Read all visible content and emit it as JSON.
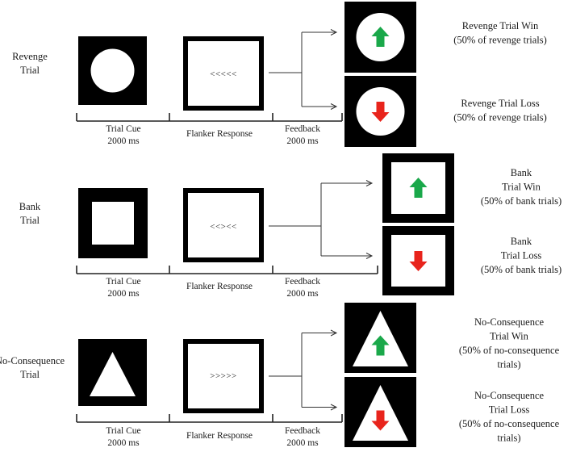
{
  "trials": [
    {
      "label": [
        "Revenge",
        "Trial"
      ],
      "cue_shape": "circle",
      "flanker": "<<<<<",
      "captions": {
        "cue": [
          "Trial Cue",
          "2000 ms"
        ],
        "flanker": [
          "Flanker Response"
        ],
        "feedback": [
          "Feedback",
          "2000 ms"
        ]
      },
      "win": [
        "Revenge Trial Win",
        "(50% of revenge trials)"
      ],
      "loss": [
        "Revenge Trial Loss",
        "(50% of revenge trials)"
      ]
    },
    {
      "label": [
        "Bank",
        "Trial"
      ],
      "cue_shape": "square",
      "flanker": "<<><<",
      "captions": {
        "cue": [
          "Trial Cue",
          "2000 ms"
        ],
        "flanker": [
          "Flanker Response"
        ],
        "feedback": [
          "Feedback",
          "2000 ms"
        ]
      },
      "win": [
        "Bank",
        "Trial Win",
        "(50% of bank trials)"
      ],
      "loss": [
        "Bank",
        "Trial Loss",
        "(50% of bank trials)"
      ]
    },
    {
      "label": [
        "No-Consequence",
        "Trial"
      ],
      "cue_shape": "triangle",
      "flanker": ">>>>>",
      "captions": {
        "cue": [
          "Trial Cue",
          "2000 ms"
        ],
        "flanker": [
          "Flanker Response"
        ],
        "feedback": [
          "Feedback",
          "2000 ms"
        ]
      },
      "win": [
        "No-Consequence",
        "Trial Win",
        "(50% of no-consequence",
        "trials)"
      ],
      "loss": [
        "No-Consequence",
        "Trial Loss",
        "(50% of no-consequence",
        "trials)"
      ]
    }
  ],
  "colors": {
    "win_arrow": "#1aa84a",
    "loss_arrow": "#e8241c",
    "panel": "#000000",
    "background": "#ffffff"
  }
}
